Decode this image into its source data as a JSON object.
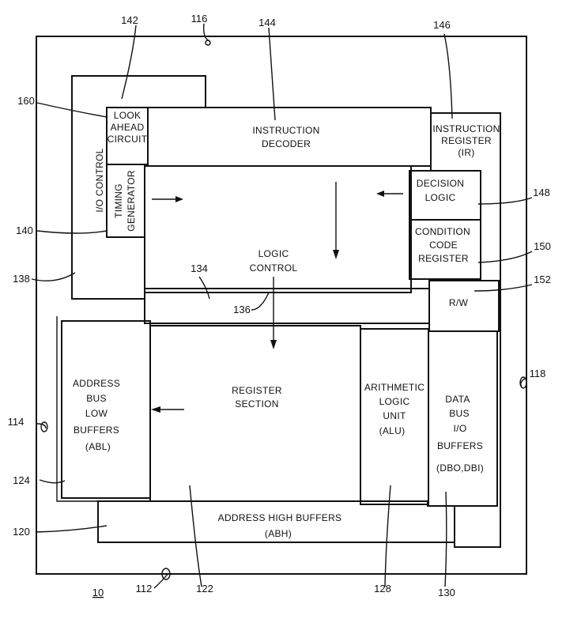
{
  "blocks": {
    "look_ahead": [
      "LOOK",
      "AHEAD",
      "CIRCUIT"
    ],
    "instruction_decoder": [
      "INSTRUCTION",
      "DECODER"
    ],
    "instruction_register": [
      "INSTRUCTION",
      "REGISTER",
      "(IR)"
    ],
    "io_control": "I/O CONTROL",
    "timing_generator": [
      "TIMING",
      "GENERATOR"
    ],
    "decision_logic": [
      "DECISION",
      "LOGIC"
    ],
    "condition_code_register": [
      "CONDITION",
      "CODE",
      "REGISTER"
    ],
    "logic_control": [
      "LOGIC",
      "CONTROL"
    ],
    "rw": "R/W",
    "address_bus_low": [
      "ADDRESS",
      "BUS",
      "LOW",
      "BUFFERS",
      "(ABL)"
    ],
    "register_section": [
      "REGISTER",
      "SECTION"
    ],
    "alu": [
      "ARITHMETIC",
      "LOGIC",
      "UNIT",
      "(ALU)"
    ],
    "data_bus": [
      "DATA",
      "BUS",
      "I/O",
      "BUFFERS",
      "(DBO,DBI)"
    ],
    "address_high": [
      "ADDRESS HIGH BUFFERS",
      "(ABH)"
    ]
  },
  "refs": {
    "r142": "142",
    "r116": "116",
    "r144": "144",
    "r146": "146",
    "r160": "160",
    "r148": "148",
    "r140": "140",
    "r150": "150",
    "r138": "138",
    "r134": "134",
    "r152": "152",
    "r136": "136",
    "r118": "118",
    "r114": "114",
    "r124": "124",
    "r120": "120",
    "r112": "112",
    "r10": "10",
    "r122": "122",
    "r128": "128",
    "r130": "130"
  }
}
